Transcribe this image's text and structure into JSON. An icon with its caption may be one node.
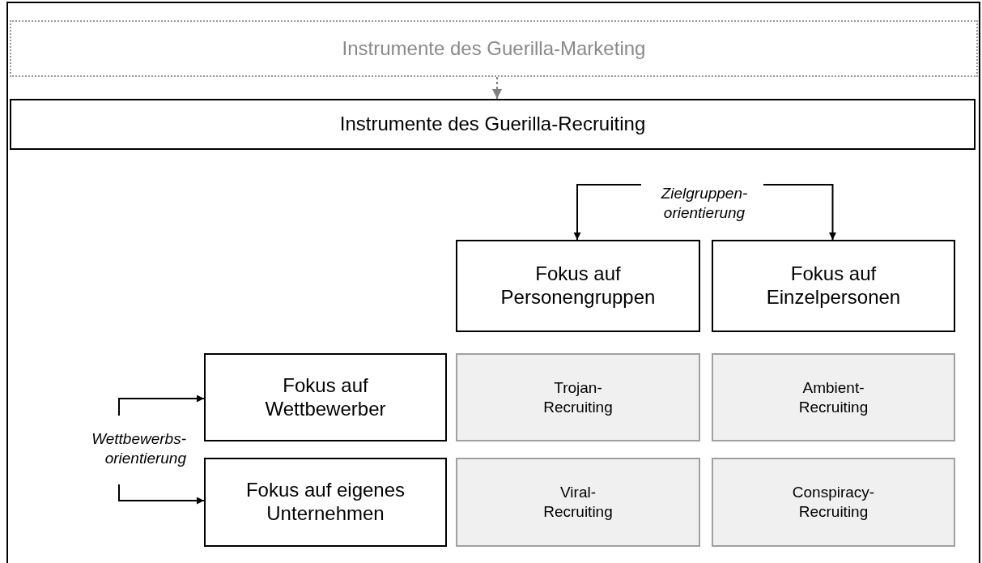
{
  "diagram": {
    "nodes": [
      {
        "text": [
          "Instrumente des Guerilla-Marketing"
        ]
      },
      {
        "text": [
          "Instrumente des Guerilla-Recruiting"
        ]
      },
      {
        "text": [
          "Zielgruppen- orientierung"
        ]
      },
      {
        "text": [
          "Fokus auf Personengruppen"
        ]
      },
      {
        "text": [
          "Fokus auf Einzelpersonen"
        ]
      },
      {
        "text": [
          "Wettbewerbs- orientierung"
        ]
      },
      {
        "text": [
          "Fokus auf Wettbewerber"
        ]
      },
      {
        "text": [
          "Trojan- Recruiting"
        ]
      },
      {
        "text": [
          "Ambient- Recruiting"
        ]
      },
      {
        "text": [
          "Fokus auf eigenes Unternehmen"
        ]
      },
      {
        "text": [
          "Viral- Recruiting"
        ]
      },
      {
        "text": [
          "Conspiracy- Recruiting"
        ]
      }
    ],
    "edges": [
      {
        "from": 0,
        "to": 1,
        "arrow": "to",
        "style": "dashed",
        "color": "#808080"
      },
      {
        "from": 2,
        "to": 3,
        "arrow": "to"
      },
      {
        "from": 2,
        "to": 4,
        "arrow": "to"
      },
      {
        "from": 5,
        "to": 6,
        "arrow": "to"
      },
      {
        "from": 5,
        "to": 9,
        "arrow": "to"
      }
    ]
  }
}
